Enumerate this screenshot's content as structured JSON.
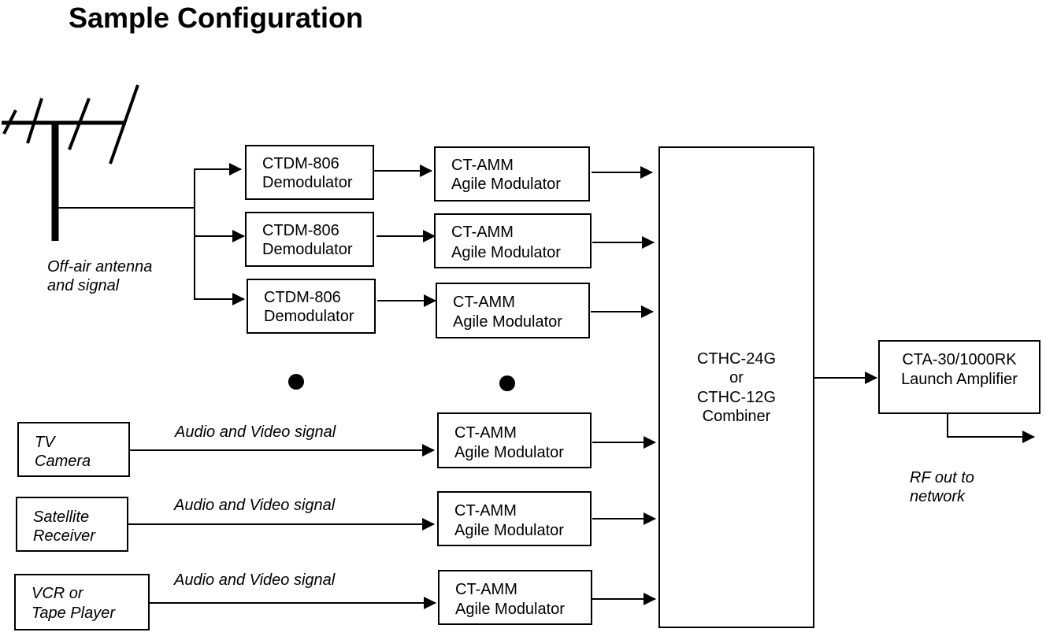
{
  "title": "Sample Configuration",
  "antenna": {
    "label_line1": "Off-air antenna",
    "label_line2": "and signal"
  },
  "demodulators": [
    {
      "line1": "CTDM-806",
      "line2": "Demodulator"
    },
    {
      "line1": "CTDM-806",
      "line2": "Demodulator"
    },
    {
      "line1": "CTDM-806",
      "line2": "Demodulator"
    }
  ],
  "modulators": [
    {
      "line1": "CT-AMM",
      "line2": "Agile Modulator"
    },
    {
      "line1": "CT-AMM",
      "line2": "Agile Modulator"
    },
    {
      "line1": "CT-AMM",
      "line2": "Agile Modulator"
    },
    {
      "line1": "CT-AMM",
      "line2": "Agile Modulator"
    },
    {
      "line1": "CT-AMM",
      "line2": "Agile Modulator"
    },
    {
      "line1": "CT-AMM",
      "line2": "Agile Modulator"
    }
  ],
  "sources": [
    {
      "line1": "TV",
      "line2": "Camera",
      "signal": "Audio and  Video signal"
    },
    {
      "line1": "Satellite",
      "line2": "Receiver",
      "signal": "Audio and  Video signal"
    },
    {
      "line1": "VCR or",
      "line2": "Tape Player",
      "signal": "Audio and Video  signal"
    }
  ],
  "combiner": {
    "line1": "CTHC-24G",
    "line2": "or",
    "line3": "CTHC-12G",
    "line4": "Combiner"
  },
  "amplifier": {
    "line1": "CTA-30/1000RK",
    "line2": "Launch Amplifier"
  },
  "output": {
    "label_line1": "RF out to",
    "label_line2": "network"
  }
}
